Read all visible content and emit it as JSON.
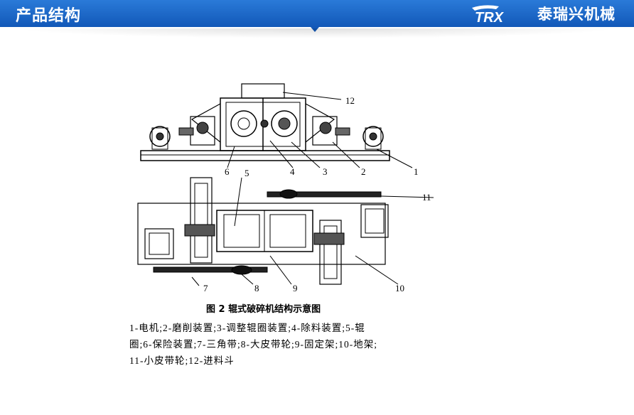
{
  "header": {
    "title": "产品结构",
    "brand_name": "泰瑞兴机械",
    "logo_text": "TRX",
    "bg_color": "#1a66c8"
  },
  "figure": {
    "callouts": [
      "1",
      "2",
      "3",
      "4",
      "5",
      "6",
      "7",
      "8",
      "9",
      "10",
      "11",
      "12"
    ],
    "caption": "图 2   辊式破碎机结构示意图",
    "legend_lines": [
      "1-电机;2-磨削装置;3-调整辊圈装置;4-除料装置;5-辊",
      "圈;6-保险装置;7-三角带;8-大皮带轮;9-固定架;10-地架;",
      "11-小皮带轮;12-进料斗"
    ]
  }
}
